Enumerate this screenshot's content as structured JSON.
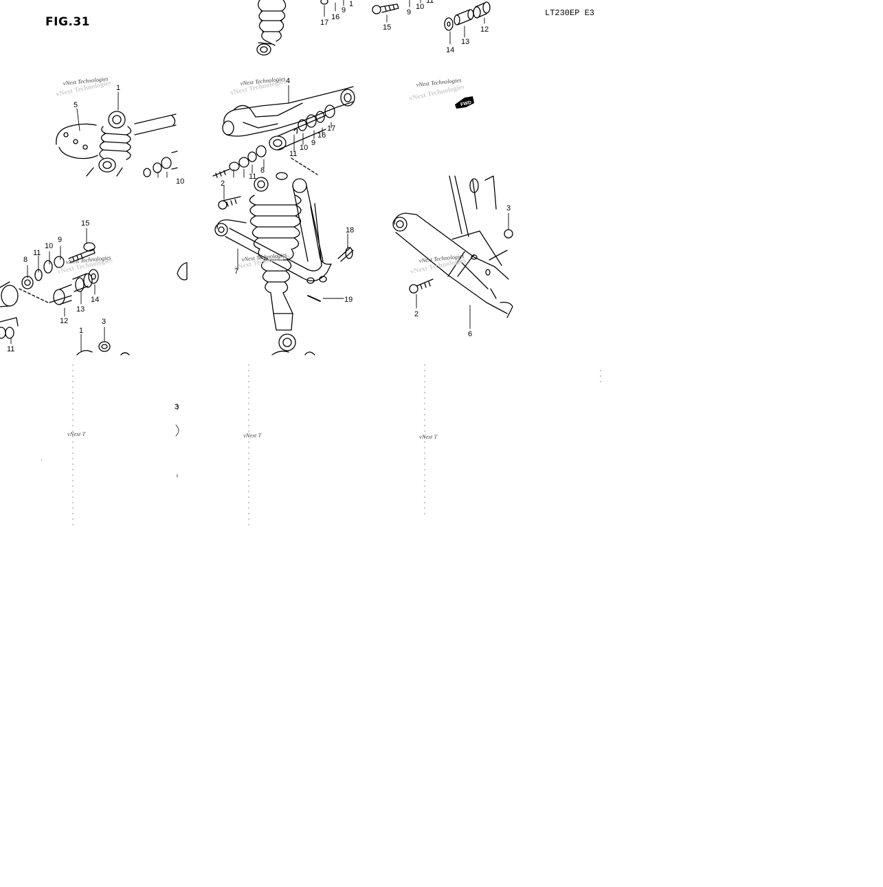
{
  "figure": {
    "title": "FIG.31",
    "model_code": "LT230EP  E3"
  },
  "watermark": {
    "text": "vNext Technologies",
    "text_partial": "vNext T"
  },
  "direction_marker": {
    "label": "FWD"
  },
  "callouts": [
    {
      "id": "c-top-17",
      "text": "17"
    },
    {
      "id": "c-top-16",
      "text": "16"
    },
    {
      "id": "c-top-9",
      "text": "9"
    },
    {
      "id": "c-top-1",
      "text": "1"
    },
    {
      "id": "c-top-15",
      "text": "15"
    },
    {
      "id": "c-top-9b",
      "text": "9"
    },
    {
      "id": "c-top-10",
      "text": "10"
    },
    {
      "id": "c-top-11",
      "text": "11"
    },
    {
      "id": "c-top-14",
      "text": "14"
    },
    {
      "id": "c-top-13",
      "text": "13"
    },
    {
      "id": "c-top-12",
      "text": "12"
    },
    {
      "id": "c-a-1",
      "text": "1"
    },
    {
      "id": "c-a-5",
      "text": "5"
    },
    {
      "id": "c-a-10",
      "text": "10"
    },
    {
      "id": "c-b-4",
      "text": "4"
    },
    {
      "id": "c-b-17",
      "text": "17"
    },
    {
      "id": "c-b-16",
      "text": "16"
    },
    {
      "id": "c-b-9",
      "text": "9"
    },
    {
      "id": "c-b-10",
      "text": "10"
    },
    {
      "id": "c-b-11",
      "text": "11"
    },
    {
      "id": "c-b-8",
      "text": "8"
    },
    {
      "id": "c-b-11b",
      "text": "11"
    },
    {
      "id": "c-c-15",
      "text": "15"
    },
    {
      "id": "c-c-11",
      "text": "11"
    },
    {
      "id": "c-c-10",
      "text": "10"
    },
    {
      "id": "c-c-9",
      "text": "9"
    },
    {
      "id": "c-c-8",
      "text": "8"
    },
    {
      "id": "c-c-14",
      "text": "14"
    },
    {
      "id": "c-c-13",
      "text": "13"
    },
    {
      "id": "c-c-12",
      "text": "12"
    },
    {
      "id": "c-c-3",
      "text": "3"
    },
    {
      "id": "c-c-1",
      "text": "1"
    },
    {
      "id": "c-c-11b",
      "text": "11"
    },
    {
      "id": "c-d-2",
      "text": "2"
    },
    {
      "id": "c-d-18",
      "text": "18"
    },
    {
      "id": "c-d-7",
      "text": "7"
    },
    {
      "id": "c-d-19",
      "text": "19"
    },
    {
      "id": "c-e-3",
      "text": "3"
    },
    {
      "id": "c-e-2",
      "text": "2"
    },
    {
      "id": "c-e-6",
      "text": "6"
    },
    {
      "id": "c-f-3",
      "text": "3"
    }
  ]
}
